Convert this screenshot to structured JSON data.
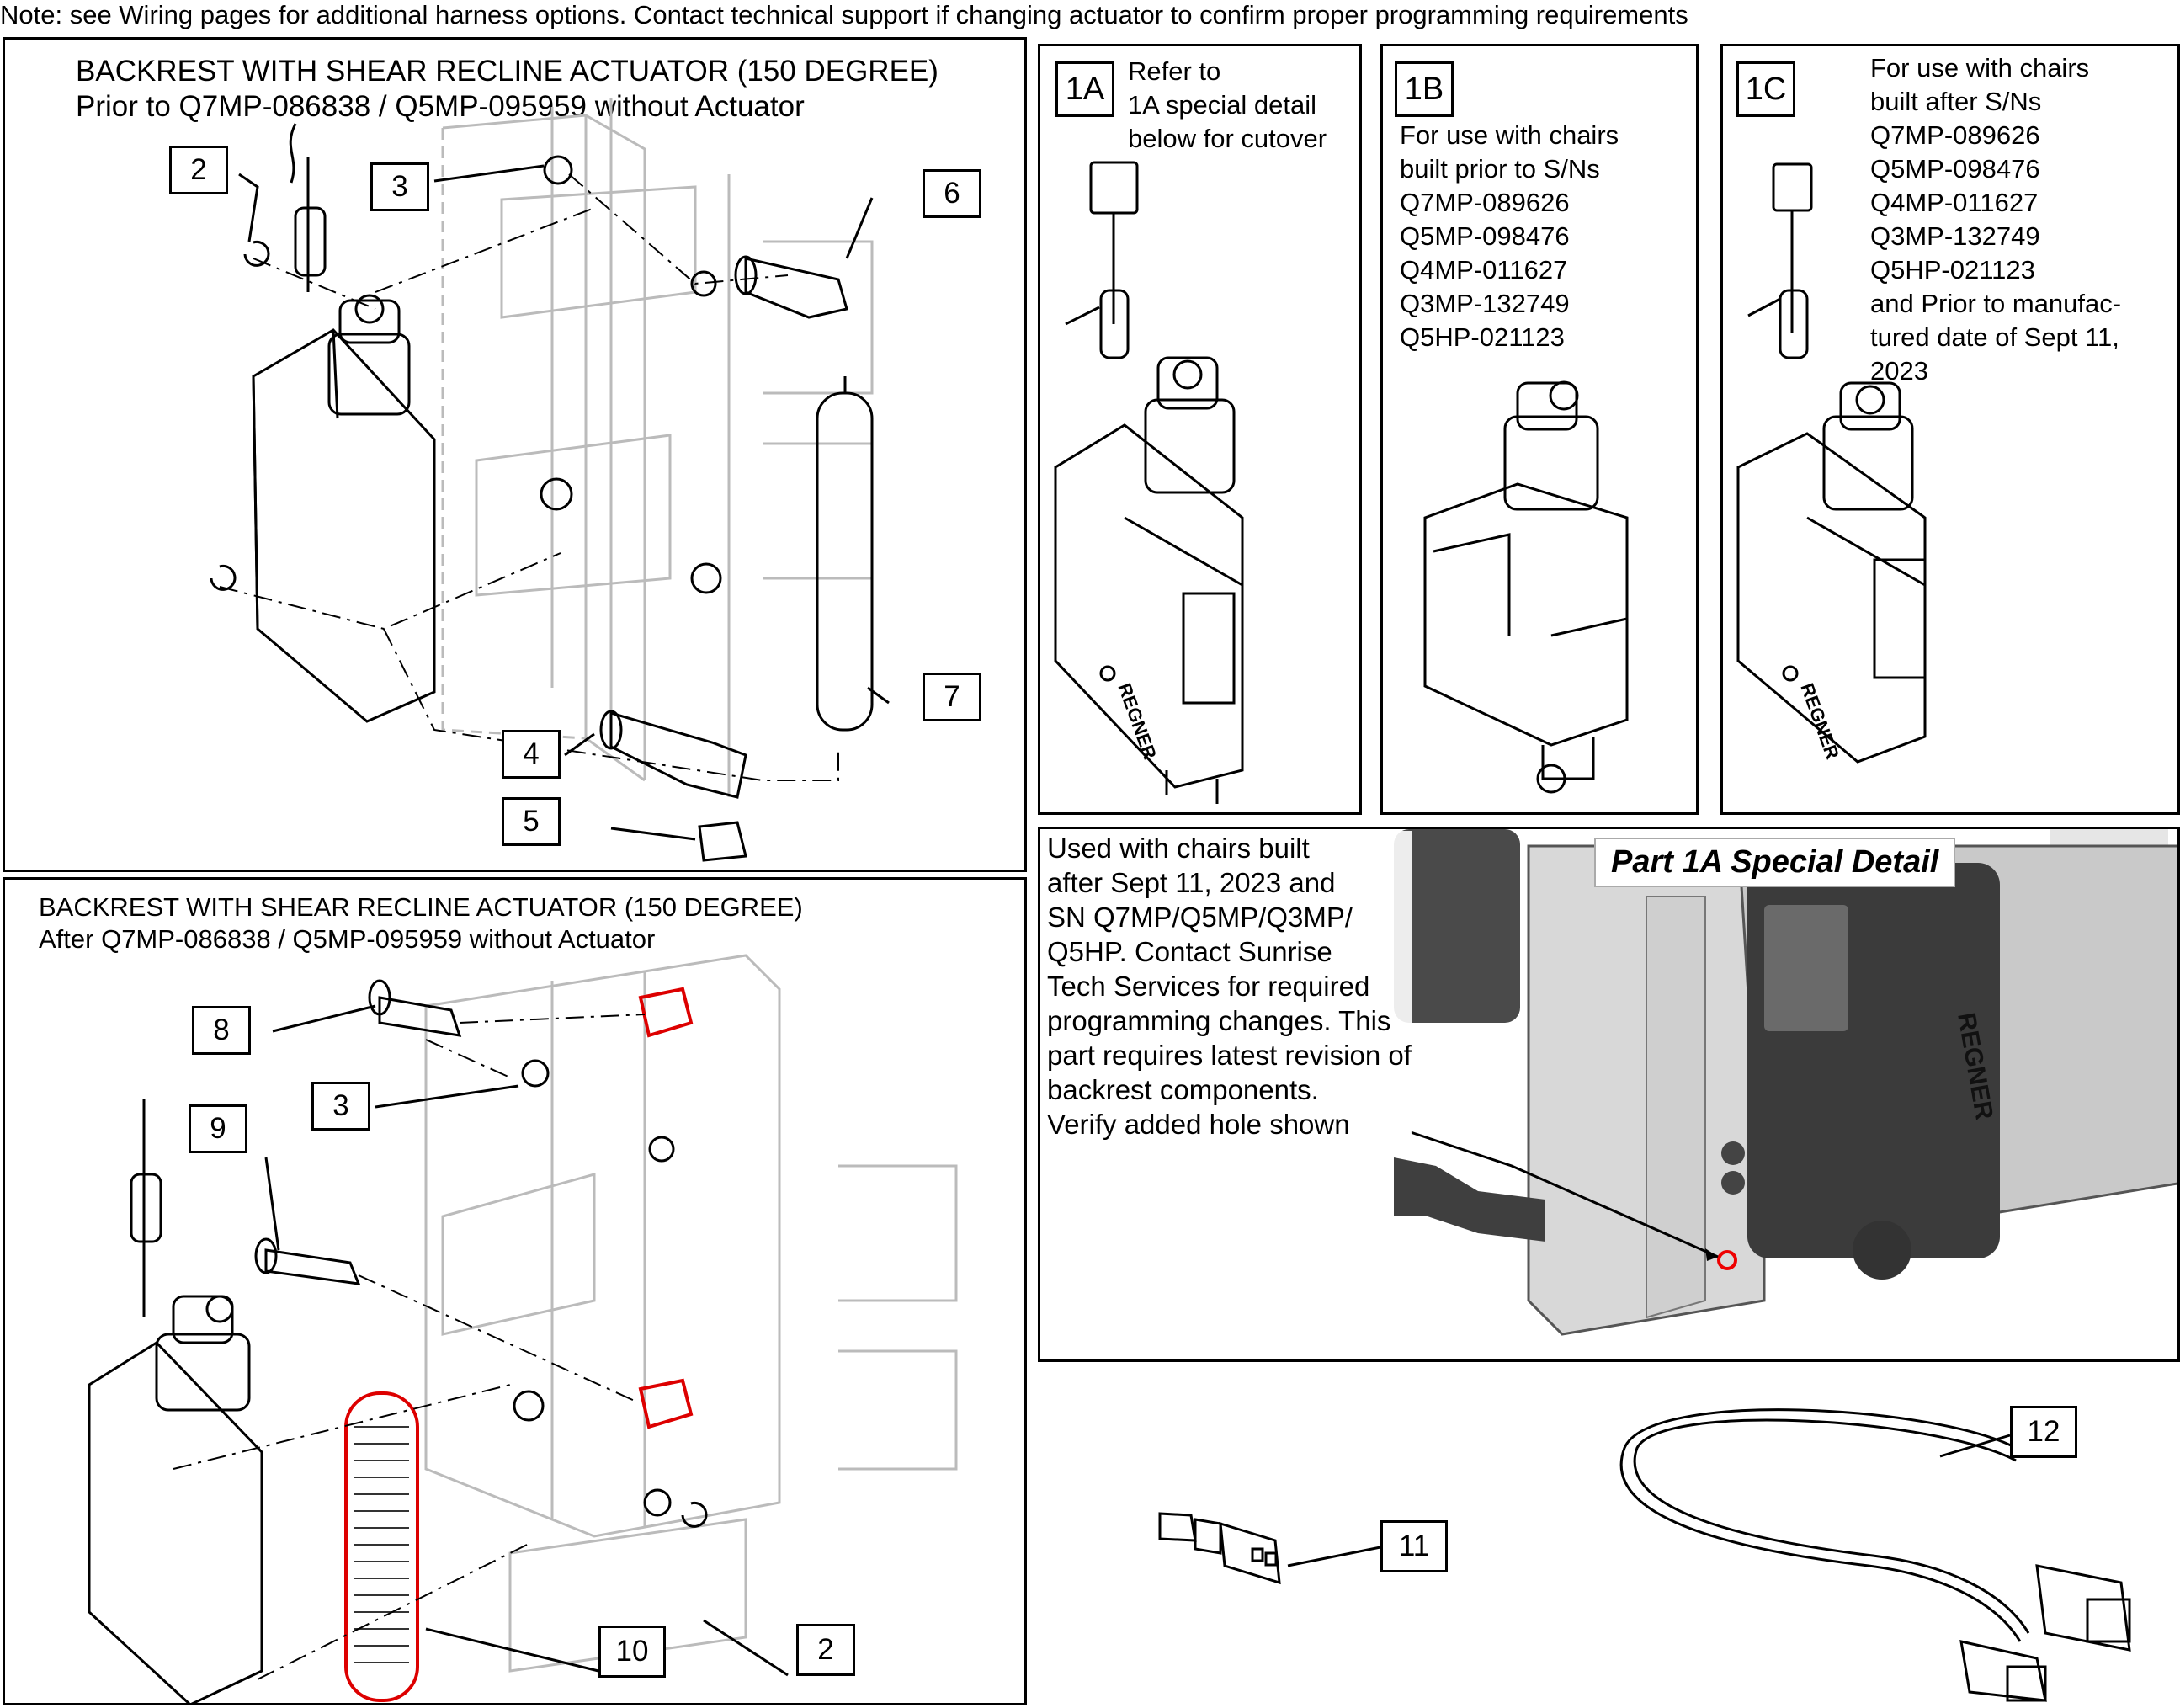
{
  "note": "Note: see Wiring pages for additional harness options. Contact technical support if changing actuator to confirm proper programming requirements",
  "panel_top": {
    "title_line1": "BACKREST WITH SHEAR RECLINE ACTUATOR (150 DEGREE)",
    "title_line2": "Prior to Q7MP-086838 / Q5MP-095959 without Actuator",
    "callouts": [
      "2",
      "3",
      "6",
      "7",
      "4",
      "5"
    ]
  },
  "panel_bottom": {
    "title_line1": "BACKREST WITH SHEAR RECLINE ACTUATOR (150 DEGREE)",
    "title_line2": "After Q7MP-086838 / Q5MP-095959 without Actuator",
    "callouts": [
      "8",
      "3",
      "9",
      "10",
      "2"
    ]
  },
  "panel_1a": {
    "label": "1A",
    "text": "Refer to\n1A special detail\nbelow for cutover"
  },
  "panel_1b": {
    "label": "1B",
    "text": "For use with chairs\nbuilt prior to S/Ns\nQ7MP-089626\nQ5MP-098476\nQ4MP-011627\nQ3MP-132749\nQ5HP-021123"
  },
  "panel_1c": {
    "label": "1C",
    "text": "For use with chairs\nbuilt after S/Ns\nQ7MP-089626\nQ5MP-098476\nQ4MP-011627\nQ3MP-132749\nQ5HP-021123\nand Prior to manufac-\ntured date of Sept 11,\n2023"
  },
  "special_detail": {
    "title": "Part 1A Special Detail",
    "text": "Used with chairs built\nafter Sept 11, 2023 and\nSN Q7MP/Q5MP/Q3MP/\nQ5HP. Contact Sunrise\nTech Services for required\nprogramming changes. This\npart requires latest revision of\nbackrest components.\nVerify added hole shown",
    "brand": "REGNER"
  },
  "loose_parts": {
    "callouts": [
      "11",
      "12"
    ]
  },
  "brand_mark": "REGNER"
}
